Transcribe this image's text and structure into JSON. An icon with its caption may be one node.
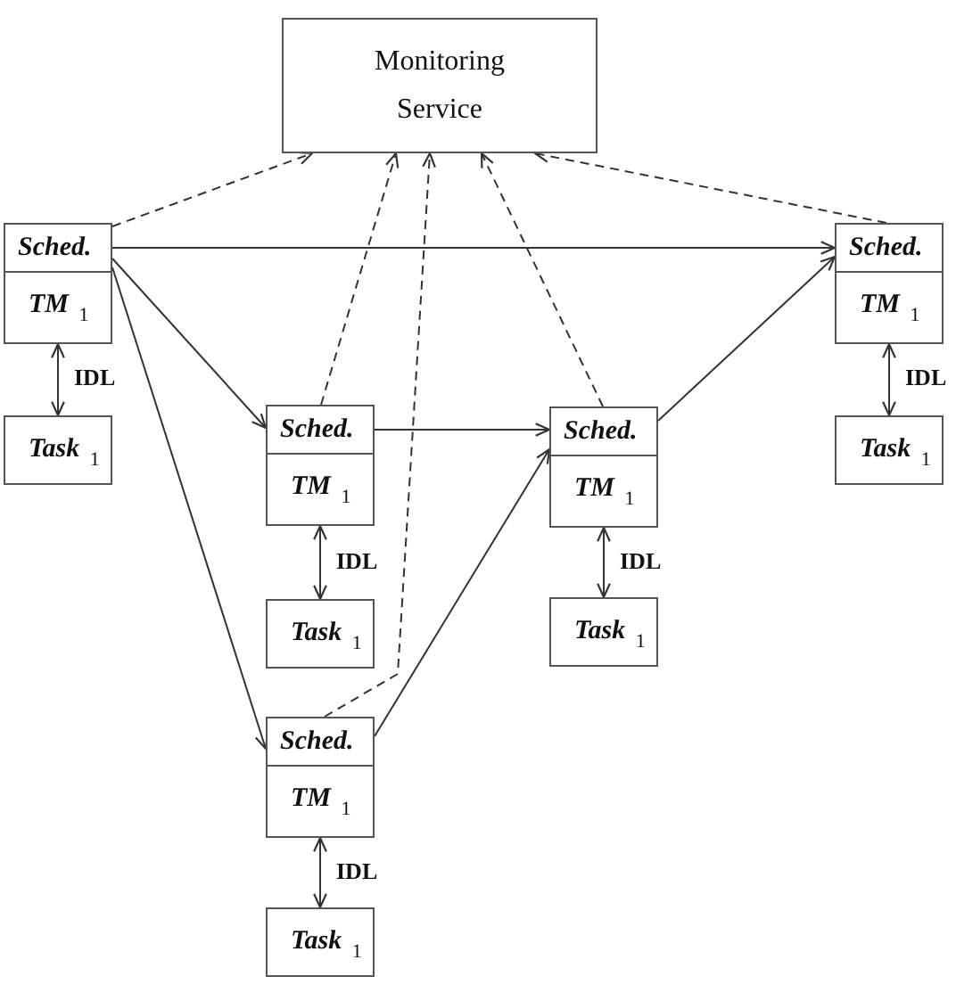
{
  "diagram": {
    "nodes": [
      {
        "text": [
          "Monitoring Service"
        ]
      },
      {
        "text": [
          "Sched.",
          "TM $_{1}$"
        ]
      },
      {
        "text": [
          "Sched.",
          "TM $_{1}$"
        ]
      },
      {
        "text": [
          "Sched.",
          "TM $_{1}$"
        ]
      },
      {
        "text": [
          "Sched.",
          "TM $_{1}$"
        ]
      },
      {
        "text": [
          "Task $_{1}$"
        ]
      },
      {
        "text": [
          "Task $_{1}$"
        ]
      },
      {
        "text": [
          "Task $_{1}$"
        ]
      },
      {
        "text": [
          "Task $_{1}$"
        ]
      },
      {
        "text": [
          "Sched.",
          "TM $_{1}$"
        ]
      },
      {
        "text": [
          "Task $_{1}$"
        ]
      }
    ],
    "edges": [
      {
        "from": 1,
        "to": 0,
        "arrow": "to",
        "style": "dashed"
      },
      {
        "from": 3,
        "to": 0,
        "arrow": "to",
        "style": "dashed"
      },
      {
        "from": 9,
        "to": 0,
        "arrow": "to",
        "style": "dashed"
      },
      {
        "from": 4,
        "to": 0,
        "arrow": "to",
        "style": "dashed"
      },
      {
        "from": 2,
        "to": 0,
        "arrow": "to",
        "style": "dashed"
      },
      {
        "from": 1,
        "to": 2,
        "arrow": "to"
      },
      {
        "from": 1,
        "to": 3,
        "arrow": "to"
      },
      {
        "from": 1,
        "to": 9,
        "arrow": "to"
      },
      {
        "from": 3,
        "to": 4,
        "arrow": "to"
      },
      {
        "from": 4,
        "to": 2,
        "arrow": "to"
      },
      {
        "from": 9,
        "to": 4,
        "arrow": "to"
      },
      {
        "from": 1,
        "to": 5,
        "arrow": "both",
        "label": "IDL"
      },
      {
        "from": 2,
        "to": 6,
        "arrow": "both",
        "label": "IDL"
      },
      {
        "from": 3,
        "to": 7,
        "arrow": "both",
        "label": "IDL"
      },
      {
        "from": 4,
        "to": 8,
        "arrow": "both",
        "label": "IDL"
      },
      {
        "from": 9,
        "to": 10,
        "arrow": "both",
        "label": "IDL"
      }
    ]
  }
}
